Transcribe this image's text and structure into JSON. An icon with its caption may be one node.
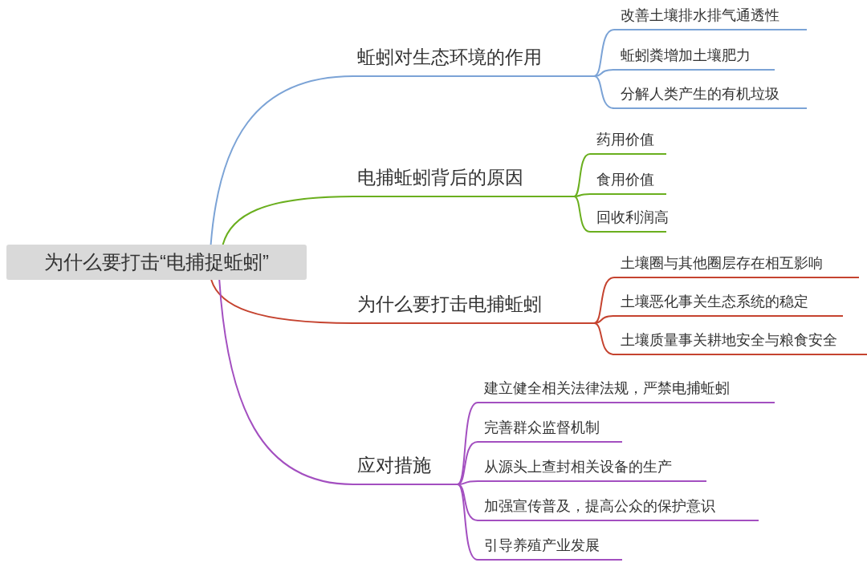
{
  "diagram": {
    "nodes": [
      {
        "text": [
          "为什么要打击“电捕捉蚯蚓”"
        ]
      },
      {
        "text": [
          "蚯蚓对生态环境的作用"
        ]
      },
      {
        "text": [
          "改善土壤排水排气通透性"
        ]
      },
      {
        "text": [
          "蚯蚓粪增加土壤肥力"
        ]
      },
      {
        "text": [
          "分解人类产生的有机垃圾"
        ]
      },
      {
        "text": [
          "电捕蚯蚓背后的原因"
        ]
      },
      {
        "text": [
          "药用价值"
        ]
      },
      {
        "text": [
          "食用价值"
        ]
      },
      {
        "text": [
          "回收利润高"
        ]
      },
      {
        "text": [
          "为什么要打击电捕蚯蚓"
        ]
      },
      {
        "text": [
          "土壤圈与其他圈层存在相互影响"
        ]
      },
      {
        "text": [
          "土壤恶化事关生态系统的稳定"
        ]
      },
      {
        "text": [
          "土壤质量事关耕地安全与粮食安全"
        ]
      },
      {
        "text": [
          "应对措施"
        ]
      },
      {
        "text": [
          "建立健全相关法律法规，严禁电捕蚯蚓"
        ]
      },
      {
        "text": [
          "完善群众监督机制"
        ]
      },
      {
        "text": [
          "从源头上查封相关设备的生产"
        ]
      },
      {
        "text": [
          "加强宣传普及，提高公众的保护意识"
        ]
      },
      {
        "text": [
          "引导养殖产业发展"
        ]
      }
    ],
    "edges": [
      {
        "from": 0,
        "to": 1,
        "arrow": "none",
        "color": "#7ba3d6"
      },
      {
        "from": 1,
        "to": 2,
        "arrow": "none",
        "color": "#7ba3d6"
      },
      {
        "from": 1,
        "to": 3,
        "arrow": "none",
        "color": "#7ba3d6"
      },
      {
        "from": 1,
        "to": 4,
        "arrow": "none",
        "color": "#7ba3d6"
      },
      {
        "from": 0,
        "to": 5,
        "arrow": "none",
        "color": "#6aaf1e"
      },
      {
        "from": 5,
        "to": 6,
        "arrow": "none",
        "color": "#6aaf1e"
      },
      {
        "from": 5,
        "to": 7,
        "arrow": "none",
        "color": "#6aaf1e"
      },
      {
        "from": 5,
        "to": 8,
        "arrow": "none",
        "color": "#6aaf1e"
      },
      {
        "from": 0,
        "to": 9,
        "arrow": "none",
        "color": "#c5432f"
      },
      {
        "from": 9,
        "to": 10,
        "arrow": "none",
        "color": "#c5432f"
      },
      {
        "from": 9,
        "to": 11,
        "arrow": "none",
        "color": "#c5432f"
      },
      {
        "from": 9,
        "to": 12,
        "arrow": "none",
        "color": "#c5432f"
      },
      {
        "from": 0,
        "to": 13,
        "arrow": "none",
        "color": "#a34fc0"
      },
      {
        "from": 13,
        "to": 14,
        "arrow": "none",
        "color": "#a34fc0"
      },
      {
        "from": 13,
        "to": 15,
        "arrow": "none",
        "color": "#a34fc0"
      },
      {
        "from": 13,
        "to": 16,
        "arrow": "none",
        "color": "#a34fc0"
      },
      {
        "from": 13,
        "to": 17,
        "arrow": "none",
        "color": "#a34fc0"
      },
      {
        "from": 13,
        "to": 18,
        "arrow": "none",
        "color": "#a34fc0"
      }
    ]
  }
}
